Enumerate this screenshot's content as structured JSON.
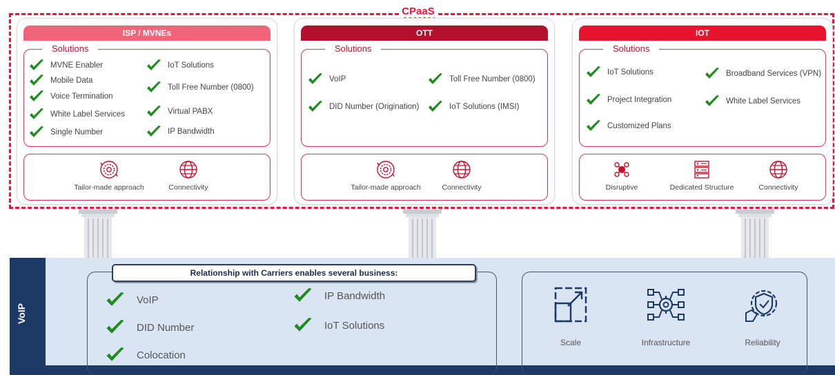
{
  "cpaas": {
    "title": "CPaaS"
  },
  "colors": {
    "accent": "#e8173a",
    "isp_header": "#f0657a",
    "ott_header": "#b50f2e",
    "iot_header": "#e8142d",
    "check": "#1e8c1e",
    "navy": "#1d3a66",
    "voip_bg": "#dae5f3"
  },
  "cards": [
    {
      "title": "ISP / MVNEs",
      "solutions_label": "Solutions",
      "items_left": [
        "MVNE Enabler",
        "Mobile Data",
        "Voice Termination",
        "White Label Services",
        "Single Number"
      ],
      "items_right": [
        "IoT Solutions",
        "Toll Free Number (0800)",
        "Virtual PABX",
        "IP Bandwidth"
      ],
      "features": [
        {
          "label": "Tailor-made approach",
          "icon": "gear-cycle-icon"
        },
        {
          "label": "Connectivity",
          "icon": "globe-icon"
        }
      ]
    },
    {
      "title": "OTT",
      "solutions_label": "Solutions",
      "items_left": [
        "VoIP",
        "DID Number (Origination)"
      ],
      "items_right": [
        "Toll Free Number (0800)",
        "IoT Solutions (IMSI)"
      ],
      "features": [
        {
          "label": "Tailor-made approach",
          "icon": "gear-cycle-icon"
        },
        {
          "label": "Connectivity",
          "icon": "globe-icon"
        }
      ]
    },
    {
      "title": "IOT",
      "solutions_label": "Solutions",
      "items_left": [
        "IoT Solutions",
        "Project Integration",
        "Customized Plans"
      ],
      "items_right": [
        "Broadband Services (VPN)",
        "White Label Services"
      ],
      "features": [
        {
          "label": "Disruptive",
          "icon": "brain-icon"
        },
        {
          "label": "Dedicated Structure",
          "icon": "server-icon"
        },
        {
          "label": "Connectivity",
          "icon": "globe-icon"
        }
      ]
    }
  ],
  "voip": {
    "label": "VoIP",
    "business_title": "Relationship with Carriers enables several business:",
    "items_left": [
      "VoIP",
      "DID Number",
      "Colocation"
    ],
    "items_right": [
      "IP Bandwidth",
      "IoT Solutions"
    ],
    "values": [
      {
        "label": "Scale",
        "icon": "scale-icon"
      },
      {
        "label": "Infrastructure",
        "icon": "infrastructure-icon"
      },
      {
        "label": "Reliability",
        "icon": "reliability-icon"
      }
    ]
  }
}
